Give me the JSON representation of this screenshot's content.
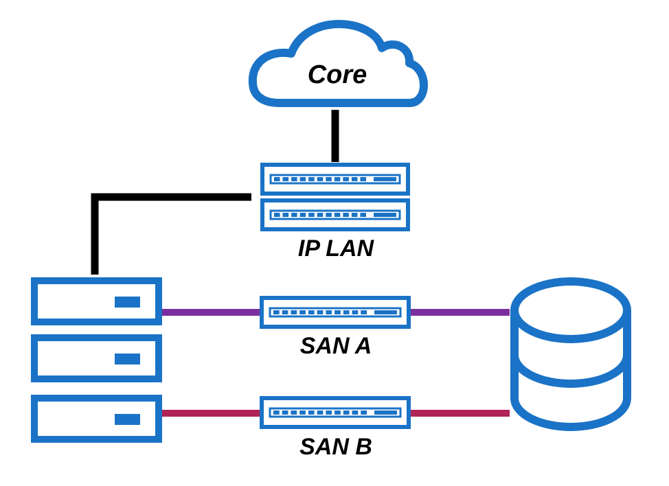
{
  "colors": {
    "device": "#1a73c6",
    "lan_link": "#000000",
    "san_a_link": "#7b2f9e",
    "san_b_link": "#b02356"
  },
  "nodes": {
    "core": {
      "label": "Core",
      "icon": "cloud-icon"
    },
    "ip_lan": {
      "label": "IP LAN",
      "icon": "switch-icon"
    },
    "san_a": {
      "label": "SAN A",
      "icon": "switch-icon"
    },
    "san_b": {
      "label": "SAN B",
      "icon": "switch-icon"
    },
    "servers": {
      "icon": "server-icon"
    },
    "storage": {
      "icon": "database-icon"
    }
  }
}
